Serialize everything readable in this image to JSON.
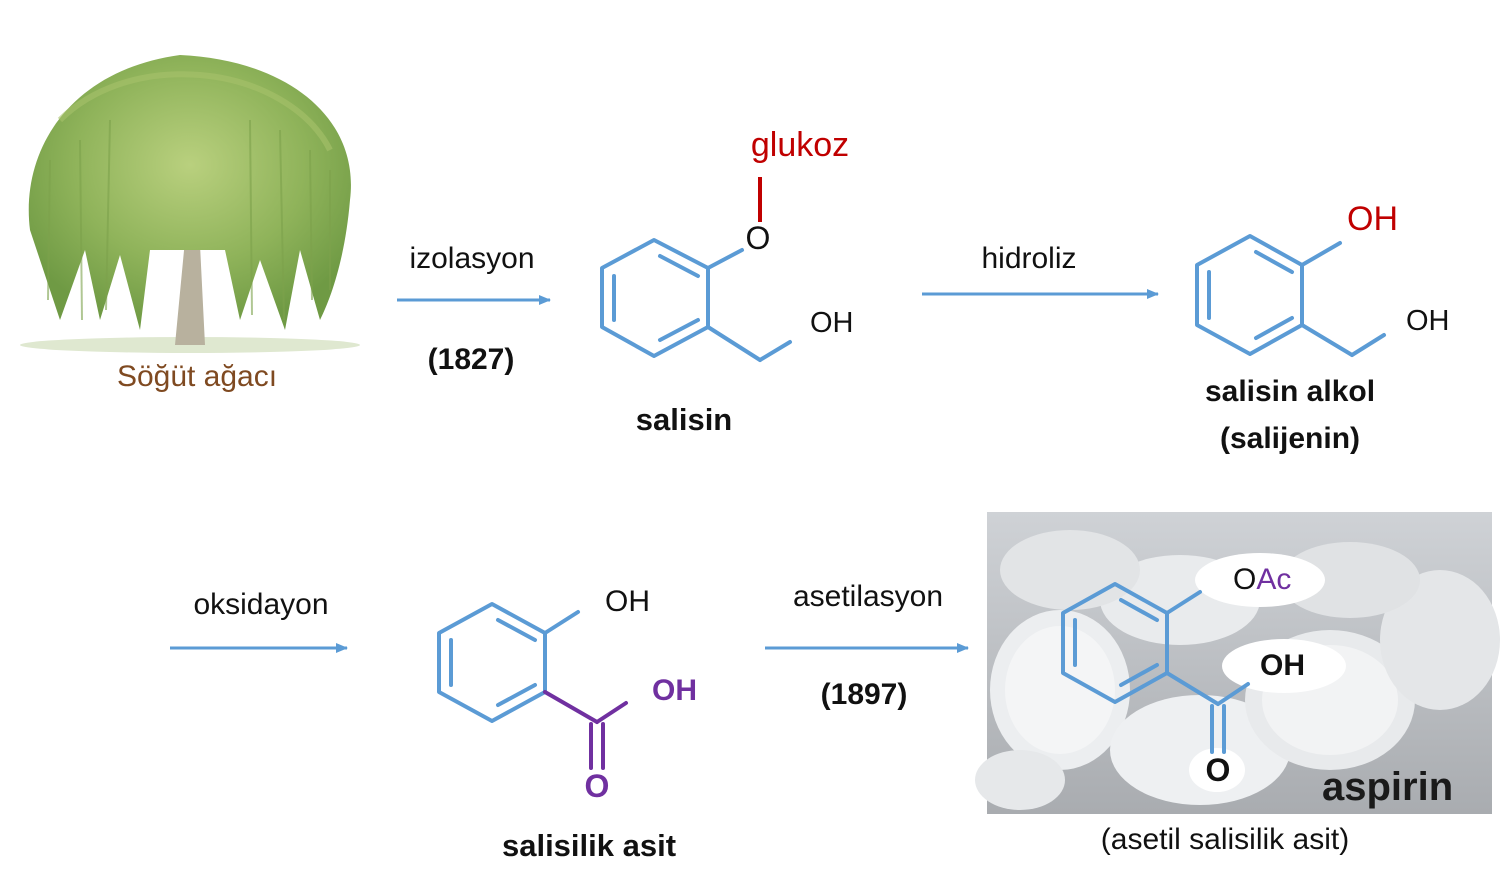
{
  "tree": {
    "caption": "Söğüt ağacı"
  },
  "steps": {
    "isolation": {
      "label": "izolasyon",
      "year": "(1827)"
    },
    "hydrolysis": {
      "label": "hidroliz"
    },
    "oxidation": {
      "label": "oksidayon"
    },
    "acetylation": {
      "label": "asetilasyon",
      "year": "(1897)"
    }
  },
  "compounds": {
    "salicin": {
      "name": "salisin",
      "glucose": "glukoz",
      "o": "O",
      "oh": "OH"
    },
    "saligenin": {
      "name_line1": "salisin alkol",
      "name_line2": "(salijenin)",
      "oh_top": "OH",
      "oh_side": "OH"
    },
    "salicylic_acid": {
      "name": "salisilik asit",
      "oh_top": "OH",
      "oh_acid": "OH",
      "o_acid": "O"
    },
    "aspirin": {
      "name": "aspirin",
      "subtitle": "(asetil salisilik asit)",
      "oac_o": "O",
      "oac_ac": "Ac",
      "oh": "OH",
      "o": "O"
    }
  },
  "colors": {
    "ring": "#5b9bd5",
    "arrow": "#5b9bd5",
    "glucose": "#c00000",
    "acid": "#7030a0",
    "caption": "#7f4a21"
  }
}
